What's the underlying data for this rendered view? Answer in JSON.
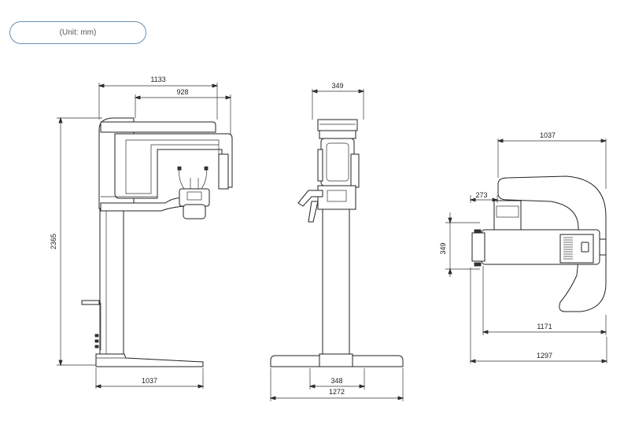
{
  "unit_label": "(Unit:  mm)",
  "front_view": {
    "width_1133": "1133",
    "width_928": "928",
    "height_2365": "2365",
    "base_1037": "1037"
  },
  "side_view": {
    "width_349": "349",
    "base_348": "348",
    "base_1272": "1272"
  },
  "top_view": {
    "width_1037": "1037",
    "width_273": "273",
    "depth_349": "349",
    "width_1171": "1171",
    "width_1297": "1297"
  }
}
